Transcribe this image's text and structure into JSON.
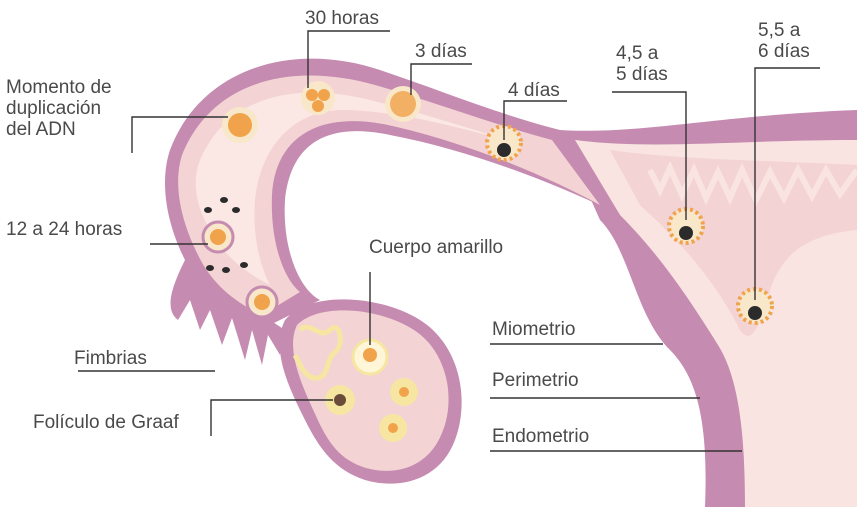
{
  "labels": {
    "duplicacion": [
      "Momento de",
      "duplicación",
      "del ADN"
    ],
    "treinta_horas": "30 horas",
    "tres_dias": "3 días",
    "cuatro_dias": "4 días",
    "cuatro_cinco": [
      "4,5 a",
      "5 días"
    ],
    "cinco_seis": [
      "5,5 a",
      "6 días"
    ],
    "doce_24": "12 a 24 horas",
    "cuerpo_amarillo": "Cuerpo amarillo",
    "fimbrias": "Fimbrias",
    "foliculo": "Folículo de Graaf",
    "miometrio": "Miometrio",
    "perimetrio": "Perimetrio",
    "endometrio": "Endometrio"
  },
  "colors": {
    "outer_wall": "#c58bb0",
    "inner_tissue": "#f3d3d3",
    "lumen": "#fbe7e4",
    "uterus_pale": "#f9e4e1",
    "embryo_orange": "#f0a34b",
    "embryo_ring": "#f8e7c9",
    "dark_cells": "#2b2b2b",
    "leader_line": "#333333",
    "label_text": "#4a4a4a"
  }
}
